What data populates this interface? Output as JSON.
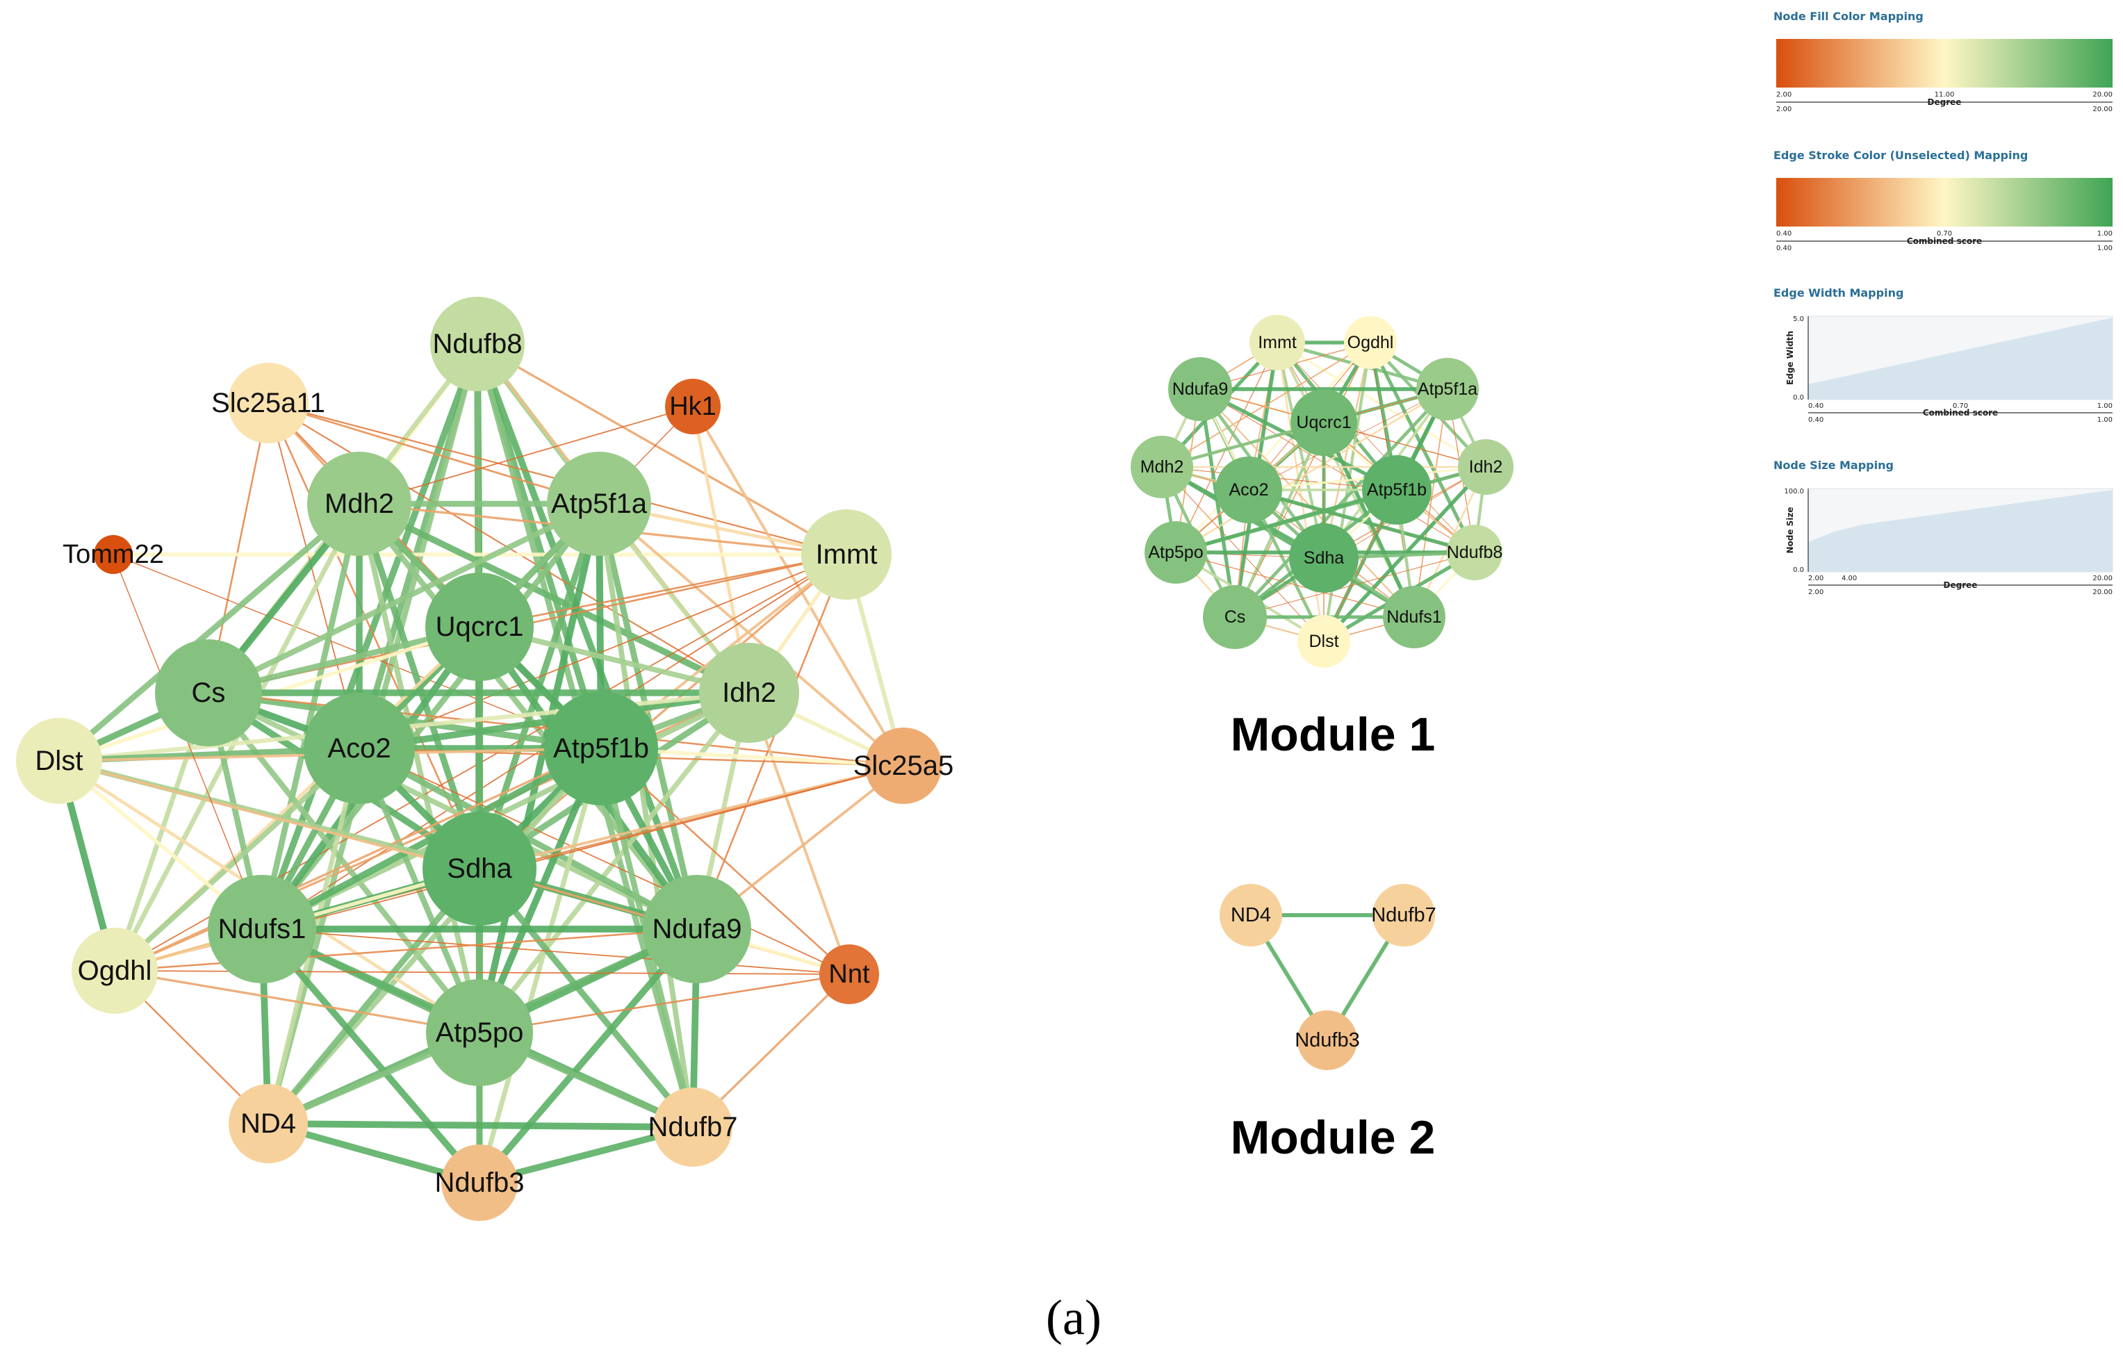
{
  "caption": "(a)",
  "colors": {
    "low": "#d94f0e",
    "mid": "#fff6c4",
    "high": "#4aa85c"
  },
  "main_network": {
    "nodes": [
      {
        "id": "Ndufb8",
        "degree": 14
      },
      {
        "id": "Slc25a11",
        "degree": 10
      },
      {
        "id": "Hk1",
        "degree": 3
      },
      {
        "id": "Mdh2",
        "degree": 16
      },
      {
        "id": "Atp5f1a",
        "degree": 16
      },
      {
        "id": "Tomm22",
        "degree": 2
      },
      {
        "id": "Immt",
        "degree": 13
      },
      {
        "id": "Uqcrc1",
        "degree": 18
      },
      {
        "id": "Cs",
        "degree": 17
      },
      {
        "id": "Idh2",
        "degree": 15
      },
      {
        "id": "Aco2",
        "degree": 18
      },
      {
        "id": "Atp5f1b",
        "degree": 19
      },
      {
        "id": "Dlst",
        "degree": 12
      },
      {
        "id": "Slc25a5",
        "degree": 7
      },
      {
        "id": "Sdha",
        "degree": 19
      },
      {
        "id": "Ndufs1",
        "degree": 17
      },
      {
        "id": "Ndufa9",
        "degree": 17
      },
      {
        "id": "Ogdhl",
        "degree": 12
      },
      {
        "id": "Nnt",
        "degree": 4
      },
      {
        "id": "Atp5po",
        "degree": 17
      },
      {
        "id": "ND4",
        "degree": 9
      },
      {
        "id": "Ndufb7",
        "degree": 9
      },
      {
        "id": "Ndufb3",
        "degree": 8
      }
    ]
  },
  "modules": [
    {
      "title": "Module 1",
      "nodes": [
        {
          "id": "Immt",
          "degree": 12
        },
        {
          "id": "Ogdhl",
          "degree": 11
        },
        {
          "id": "Ndufa9",
          "degree": 17
        },
        {
          "id": "Atp5f1a",
          "degree": 16
        },
        {
          "id": "Uqcrc1",
          "degree": 18
        },
        {
          "id": "Mdh2",
          "degree": 16
        },
        {
          "id": "Idh2",
          "degree": 15
        },
        {
          "id": "Aco2",
          "degree": 18
        },
        {
          "id": "Atp5f1b",
          "degree": 19
        },
        {
          "id": "Atp5po",
          "degree": 17
        },
        {
          "id": "Sdha",
          "degree": 19
        },
        {
          "id": "Ndufb8",
          "degree": 14
        },
        {
          "id": "Cs",
          "degree": 17
        },
        {
          "id": "Dlst",
          "degree": 11
        },
        {
          "id": "Ndufs1",
          "degree": 17
        }
      ]
    },
    {
      "title": "Module 2",
      "nodes": [
        {
          "id": "ND4",
          "degree": 9
        },
        {
          "id": "Ndufb7",
          "degree": 9
        },
        {
          "id": "Ndufb3",
          "degree": 8
        }
      ]
    }
  ],
  "legends": {
    "fill": {
      "title": "Node Fill Color Mapping",
      "min": "2.00",
      "mid": "11.00",
      "max": "20.00",
      "axis": "Degree"
    },
    "edge_color": {
      "title": "Edge Stroke Color (Unselected) Mapping",
      "min": "0.40",
      "mid": "0.70",
      "max": "1.00",
      "axis": "Combined score"
    },
    "edge_width": {
      "title": "Edge Width Mapping",
      "ylabel": "Edge Width",
      "ymax": "5.0",
      "ymin": "0.0",
      "min": "0.40",
      "mid": "0.70",
      "max": "1.00",
      "axis": "Combined score"
    },
    "node_size": {
      "title": "Node Size Mapping",
      "ylabel": "Node Size",
      "ymax": "100.0",
      "ymin": "0.0",
      "min": "2.00",
      "mid": "4.00",
      "max": "20.00",
      "axis": "Degree"
    }
  }
}
